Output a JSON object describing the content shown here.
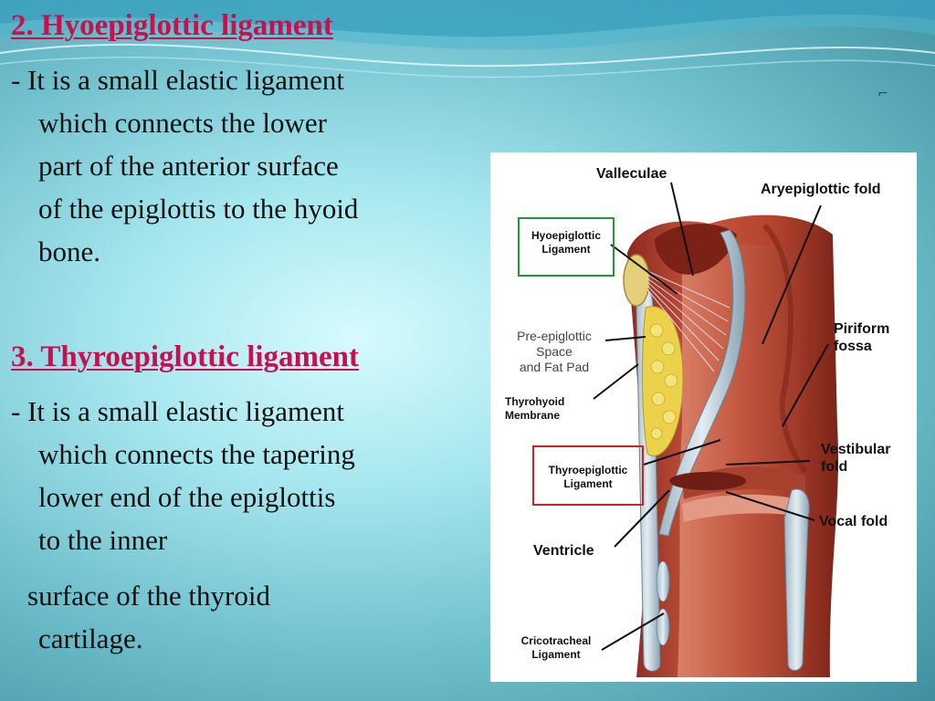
{
  "slide": {
    "heading_hyoepiglottic": "2. Hyoepiglottic ligament",
    "hyoepiglottic_desc": {
      "line1": "- It is a small elastic ligament",
      "line2": "which connects the lower",
      "line3": "part of the anterior surface",
      "line4": "of the epiglottis to the hyoid",
      "line5": "bone."
    },
    "heading_thyroepiglottic": "3. Thyroepiglottic ligament",
    "thyroepiglottic_desc": {
      "line1": "- It is a small elastic ligament",
      "line2": "which connects the tapering",
      "line3": "lower end of the epiglottis",
      "line4": "to the inner",
      "line5": "surface of the thyroid",
      "line6": "cartilage."
    },
    "corner_mark": "⌐",
    "heading_color": "#c8104f"
  },
  "figure": {
    "labels": {
      "valleculae": "Valleculae",
      "aryepiglottic_fold": "Aryepiglottic fold",
      "hyoepiglottic_ligament_1": "Hyoepiglottic",
      "hyoepiglottic_ligament_2": "Ligament",
      "pre_epiglottic_1": "Pre-epiglottic",
      "pre_epiglottic_2": "Space",
      "pre_epiglottic_3": "and Fat Pad",
      "piriform_1": "Piriform",
      "piriform_2": "fossa",
      "thyrohyoid_1": "Thyrohyoid",
      "thyrohyoid_2": "Membrane",
      "vestibular_1": "Vestibular",
      "vestibular_2": "fold",
      "thyroepiglottic_ligament_1": "Thyroepiglottic",
      "thyroepiglottic_ligament_2": "Ligament",
      "vocal_fold": "Vocal fold",
      "ventricle": "Ventricle",
      "cricotracheal_1": "Cricotracheal",
      "cricotracheal_2": "Ligament"
    },
    "highlight_colors": {
      "hyoepiglottic_box": "#1f9a3a",
      "thyroepiglottic_box": "#d42020"
    }
  }
}
